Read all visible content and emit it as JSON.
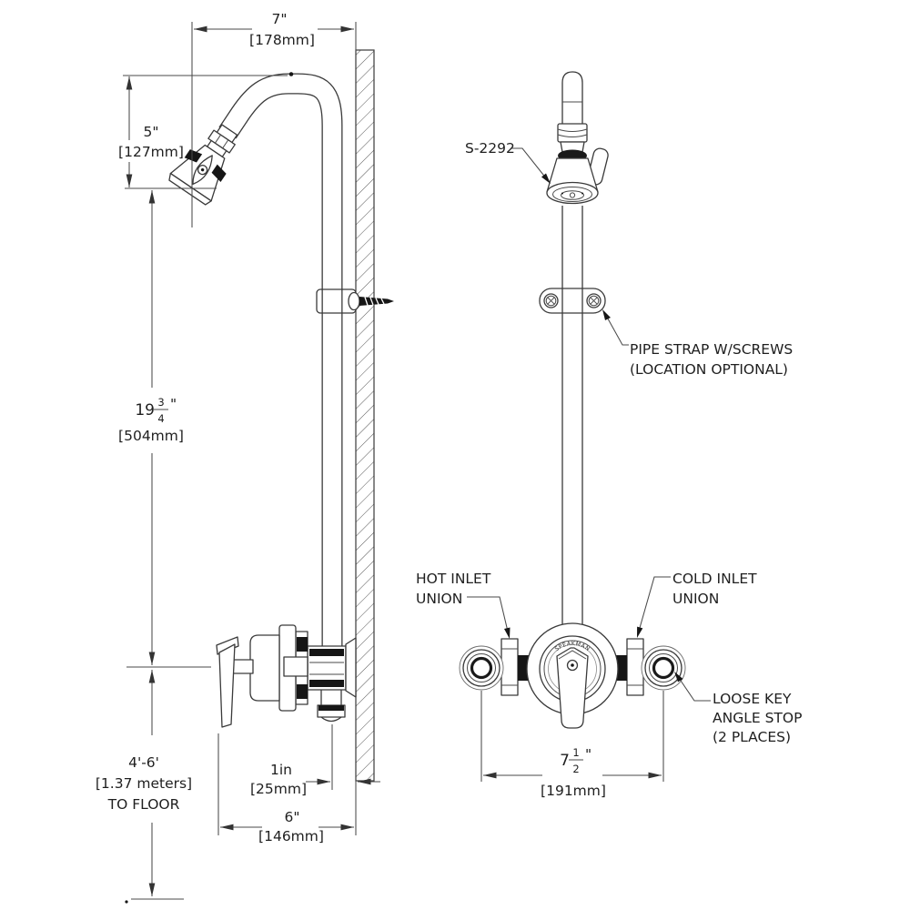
{
  "colors": {
    "line": "#3a3a3a",
    "dim_line": "#4a4a4a",
    "solid_black": "#161616",
    "background": "#ffffff"
  },
  "labels": {
    "model": "S-2292",
    "pipe_strap": {
      "line1": "PIPE STRAP W/SCREWS",
      "line2": "(LOCATION OPTIONAL)"
    },
    "hot_inlet": {
      "line1": "HOT INLET",
      "line2": "UNION"
    },
    "cold_inlet": {
      "line1": "COLD INLET",
      "line2": "UNION"
    },
    "angle_stop": {
      "line1": "LOOSE KEY",
      "line2": "ANGLE STOP",
      "line3": "(2 PLACES)"
    },
    "valve_brand": "SPEAKMAN"
  },
  "dimensions": {
    "spout_reach": {
      "value": "7\"",
      "metric": "[178mm]"
    },
    "head_drop": {
      "value": "5\"",
      "metric": "[127mm]"
    },
    "head_to_valve": {
      "whole": "19",
      "numerator": "3",
      "denominator": "4",
      "unit": "\"",
      "metric": "[504mm]"
    },
    "valve_to_floor": {
      "value": "4'-6'",
      "metric": "[1.37 meters]",
      "note": "TO FLOOR"
    },
    "pipe_to_wall": {
      "value": "1in",
      "metric": "[25mm]"
    },
    "valve_projection": {
      "value": "6\"",
      "metric": "[146mm]"
    },
    "inlet_spread": {
      "whole": "7",
      "numerator": "1",
      "denominator": "2",
      "unit": "\"",
      "metric": "[191mm]"
    }
  }
}
